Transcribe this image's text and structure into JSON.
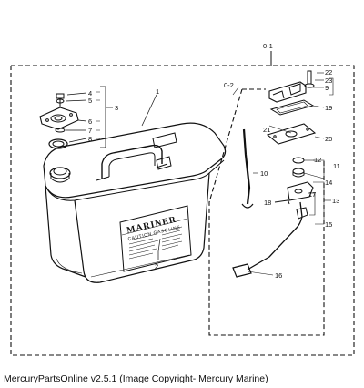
{
  "diagram": {
    "group_labels": {
      "main": "0-1",
      "sub": "0-2"
    },
    "callouts": [
      "1",
      "2",
      "3",
      "4",
      "5",
      "6",
      "7",
      "8",
      "9",
      "10",
      "11",
      "12",
      "13",
      "14",
      "15",
      "16",
      "17",
      "18",
      "19",
      "20",
      "21",
      "22",
      "23"
    ],
    "tank_label": {
      "brand": "MARINER",
      "caution": "CAUTION GASOLINE"
    }
  },
  "caption": "MercuryPartsOnline v2.5.1 (Image Copyright- Mercury Marine)"
}
